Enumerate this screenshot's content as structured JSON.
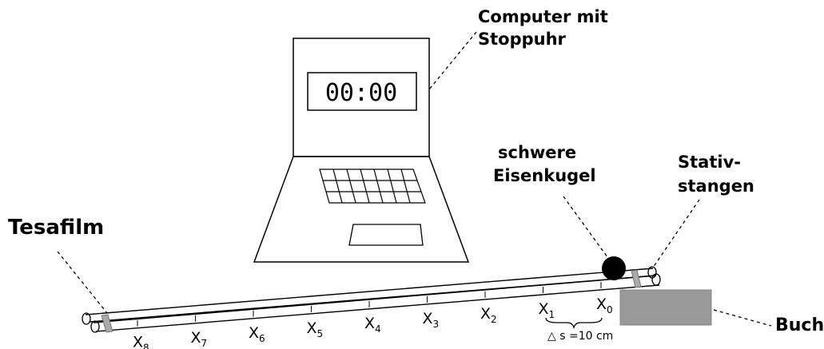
{
  "labels": {
    "computer_line1": "Computer mit",
    "computer_line2": "Stoppuhr",
    "timer": "00:00",
    "ball_line1": "schwere",
    "ball_line2": "Eisenkugel",
    "stativ_line1": "Stativ-",
    "stativ_line2": "stangen",
    "tape": "Tesafilm",
    "book": "Buch",
    "delta_s": "△ s =10 cm"
  },
  "markers": [
    {
      "letter": "X",
      "sub": "0"
    },
    {
      "letter": "X",
      "sub": "1"
    },
    {
      "letter": "X",
      "sub": "2"
    },
    {
      "letter": "X",
      "sub": "3"
    },
    {
      "letter": "X",
      "sub": "4"
    },
    {
      "letter": "X",
      "sub": "5"
    },
    {
      "letter": "X",
      "sub": "6"
    },
    {
      "letter": "X",
      "sub": "7"
    },
    {
      "letter": "X",
      "sub": "8"
    }
  ],
  "colors": {
    "book": "#999999",
    "ball": "#000000",
    "tape": "#aaaaaa"
  }
}
